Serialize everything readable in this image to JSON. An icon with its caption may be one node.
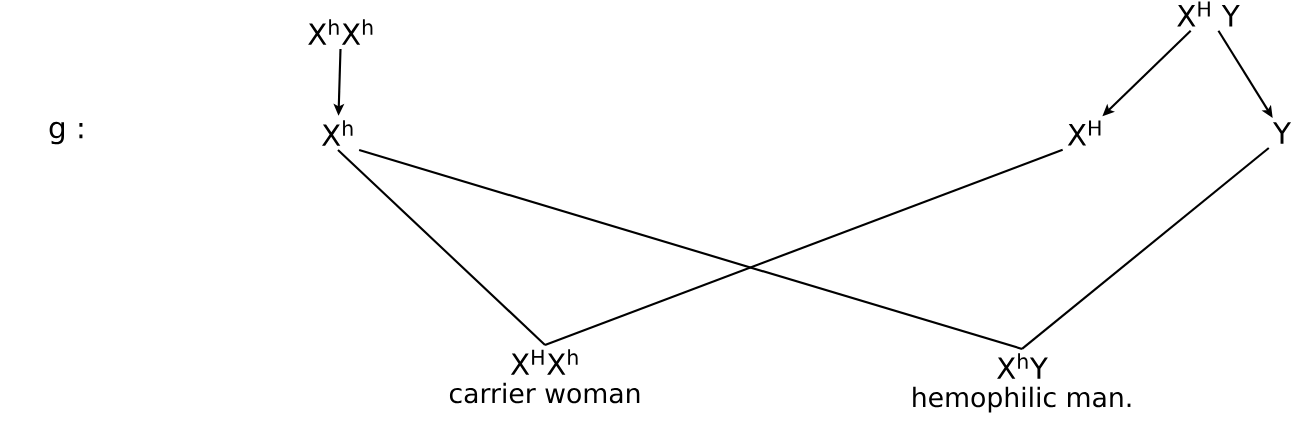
{
  "diagram": {
    "nodes": [
      {
        "text": [
          "X$^{h}$X$^{h}$"
        ]
      },
      {
        "text": [
          "X$^{h}$"
        ]
      },
      {
        "text": [
          "X$^{H}$ Y"
        ]
      },
      {
        "text": [
          "X$^{H}$"
        ]
      },
      {
        "text": [
          "Y"
        ]
      },
      {
        "text": [
          "X$^{H}$X$^{h}$"
        ],
        "beside": [
          "carrier woman"
        ]
      },
      {
        "text": [
          "X$^{h}$Y"
        ],
        "beside": [
          "hemophilic man."
        ]
      }
    ],
    "edges": [
      {
        "from": 0,
        "to": 1,
        "arrow": "to"
      },
      {
        "from": 2,
        "to": 3,
        "arrow": "to"
      },
      {
        "from": 2,
        "to": 4,
        "arrow": "to"
      },
      {
        "from": 1,
        "to": 5,
        "arrow": "none"
      },
      {
        "from": 1,
        "to": 6,
        "arrow": "none"
      },
      {
        "from": 3,
        "to": 5,
        "arrow": "none"
      },
      {
        "from": 4,
        "to": 6,
        "arrow": "none"
      }
    ],
    "labels": [
      "g :"
    ]
  }
}
